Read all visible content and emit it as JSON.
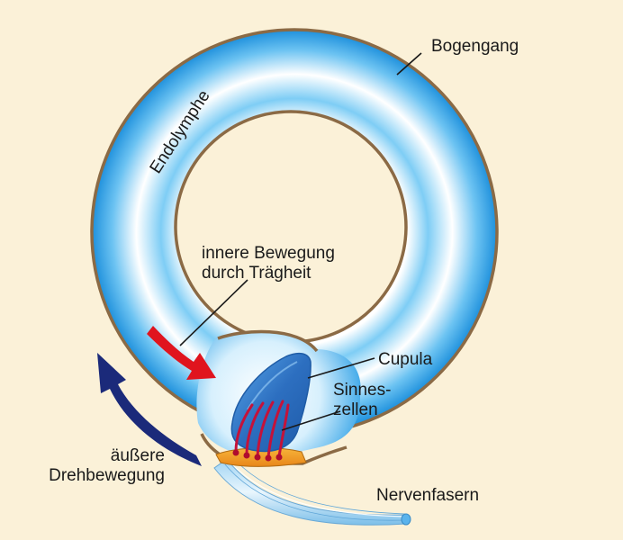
{
  "labels": {
    "bogengang": "Bogengang",
    "endolymphe": "Endolymphe",
    "inner_motion_line1": "innere Bewegung",
    "inner_motion_line2": "durch Trägheit",
    "cupula": "Cupula",
    "sinneszellen_line1": "Sinnes-",
    "sinneszellen_line2": "zellen",
    "outer_rotation_line1": "äußere",
    "outer_rotation_line2": "Drehbewegung",
    "nervenfasern": "Nervenfasern"
  },
  "colors": {
    "background": "#fbf1d8",
    "canal_wall": "#8b6a45",
    "endolymph_blue": "#2aa3e6",
    "endolymph_light": "#ffffff",
    "inner_arrow": "#e0141e",
    "outer_arrow": "#1b2a7a",
    "cupula": "#3b86d0",
    "sensory_base": "#f39a1f",
    "hair_cells": "#c4123a"
  }
}
